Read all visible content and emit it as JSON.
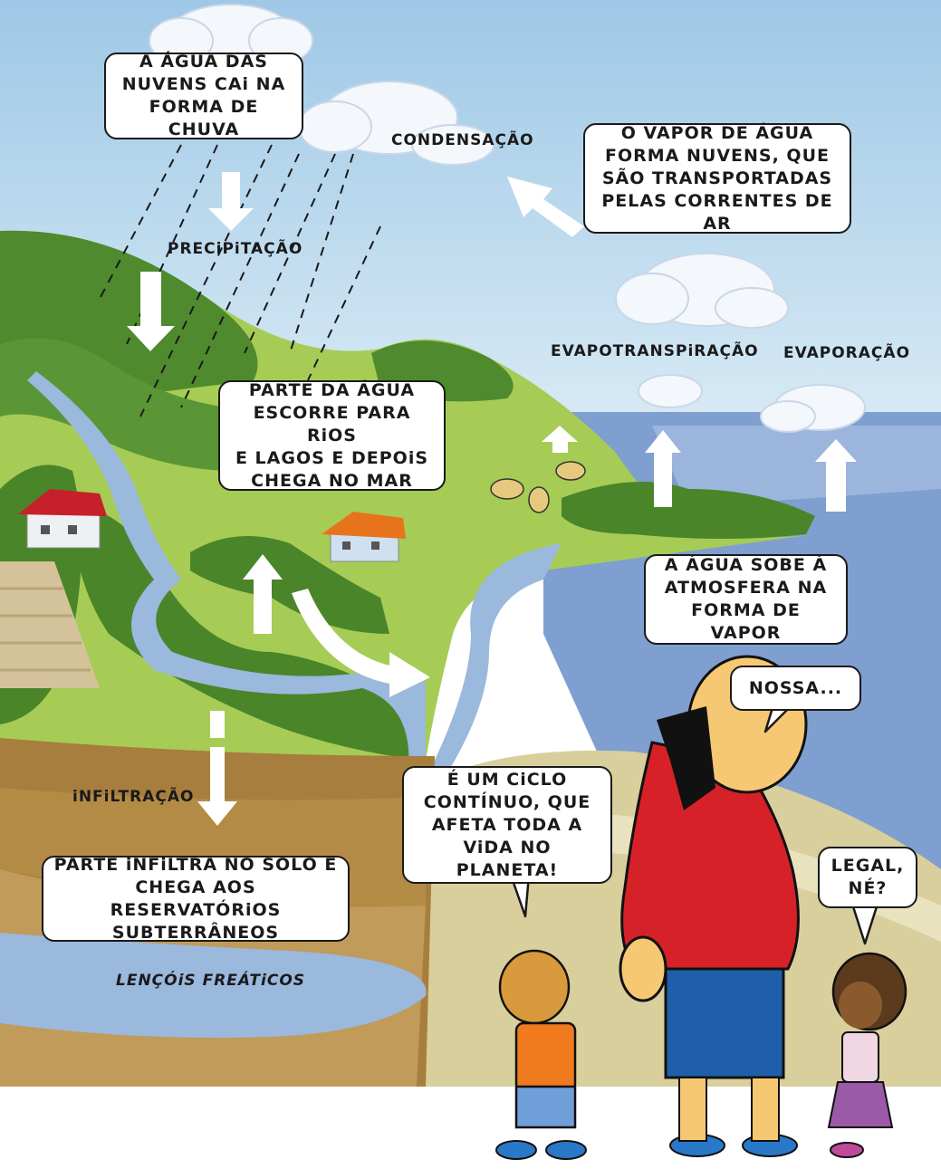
{
  "bubbles": {
    "rain": "A ÁGUA DAS\nNUVENS CAi NA\nFORMA DE CHUVA",
    "vapor_clouds": "O VAPOR DE ÁGUA\nFORMA NUVENS, QUE\nSÃO TRANSPORTADAS\nPELAS CORRENTES DE AR",
    "runoff": "PARTE DA ÁGUA\nESCORRE PARA RiOS\nE LAGOS E DEPOiS\nCHEGA NO MAR",
    "rises": "A ÁGUA SOBE À\nATMOSFERA NA\nFORMA DE VAPOR",
    "infiltrates": "PARTE iNFiLTRA NO SOLO E\nCHEGA AOS RESERVATÓRiOS\nSUBTERRÂNEOS",
    "nossa": "NOSSA...",
    "cycle": "É UM CiCLO\nCONTÍNUO, QUE\nAFETA TODA A\nViDA NO PLANETA!",
    "legal": "LEGAL,\nNÉ?"
  },
  "labels": {
    "condensation": "CONDENSAÇÃO",
    "precipitation": "PRECiPiTAÇÃO",
    "evapotranspiration": "EVAPOTRANSPiRAÇÃO",
    "evaporation": "EVAPORAÇÃO",
    "infiltration": "iNFiLTRAÇÃO",
    "groundwater": "LENÇÓiS FREÁTiCOS"
  },
  "colors": {
    "sky": "#a9cfe8",
    "sea": "#7e9fcf",
    "hill": "#5f9e3a",
    "grass": "#a6cc55",
    "soil": "#a77e3d",
    "aquifer": "#9bb8dd",
    "sand": "#d9cf9c"
  }
}
